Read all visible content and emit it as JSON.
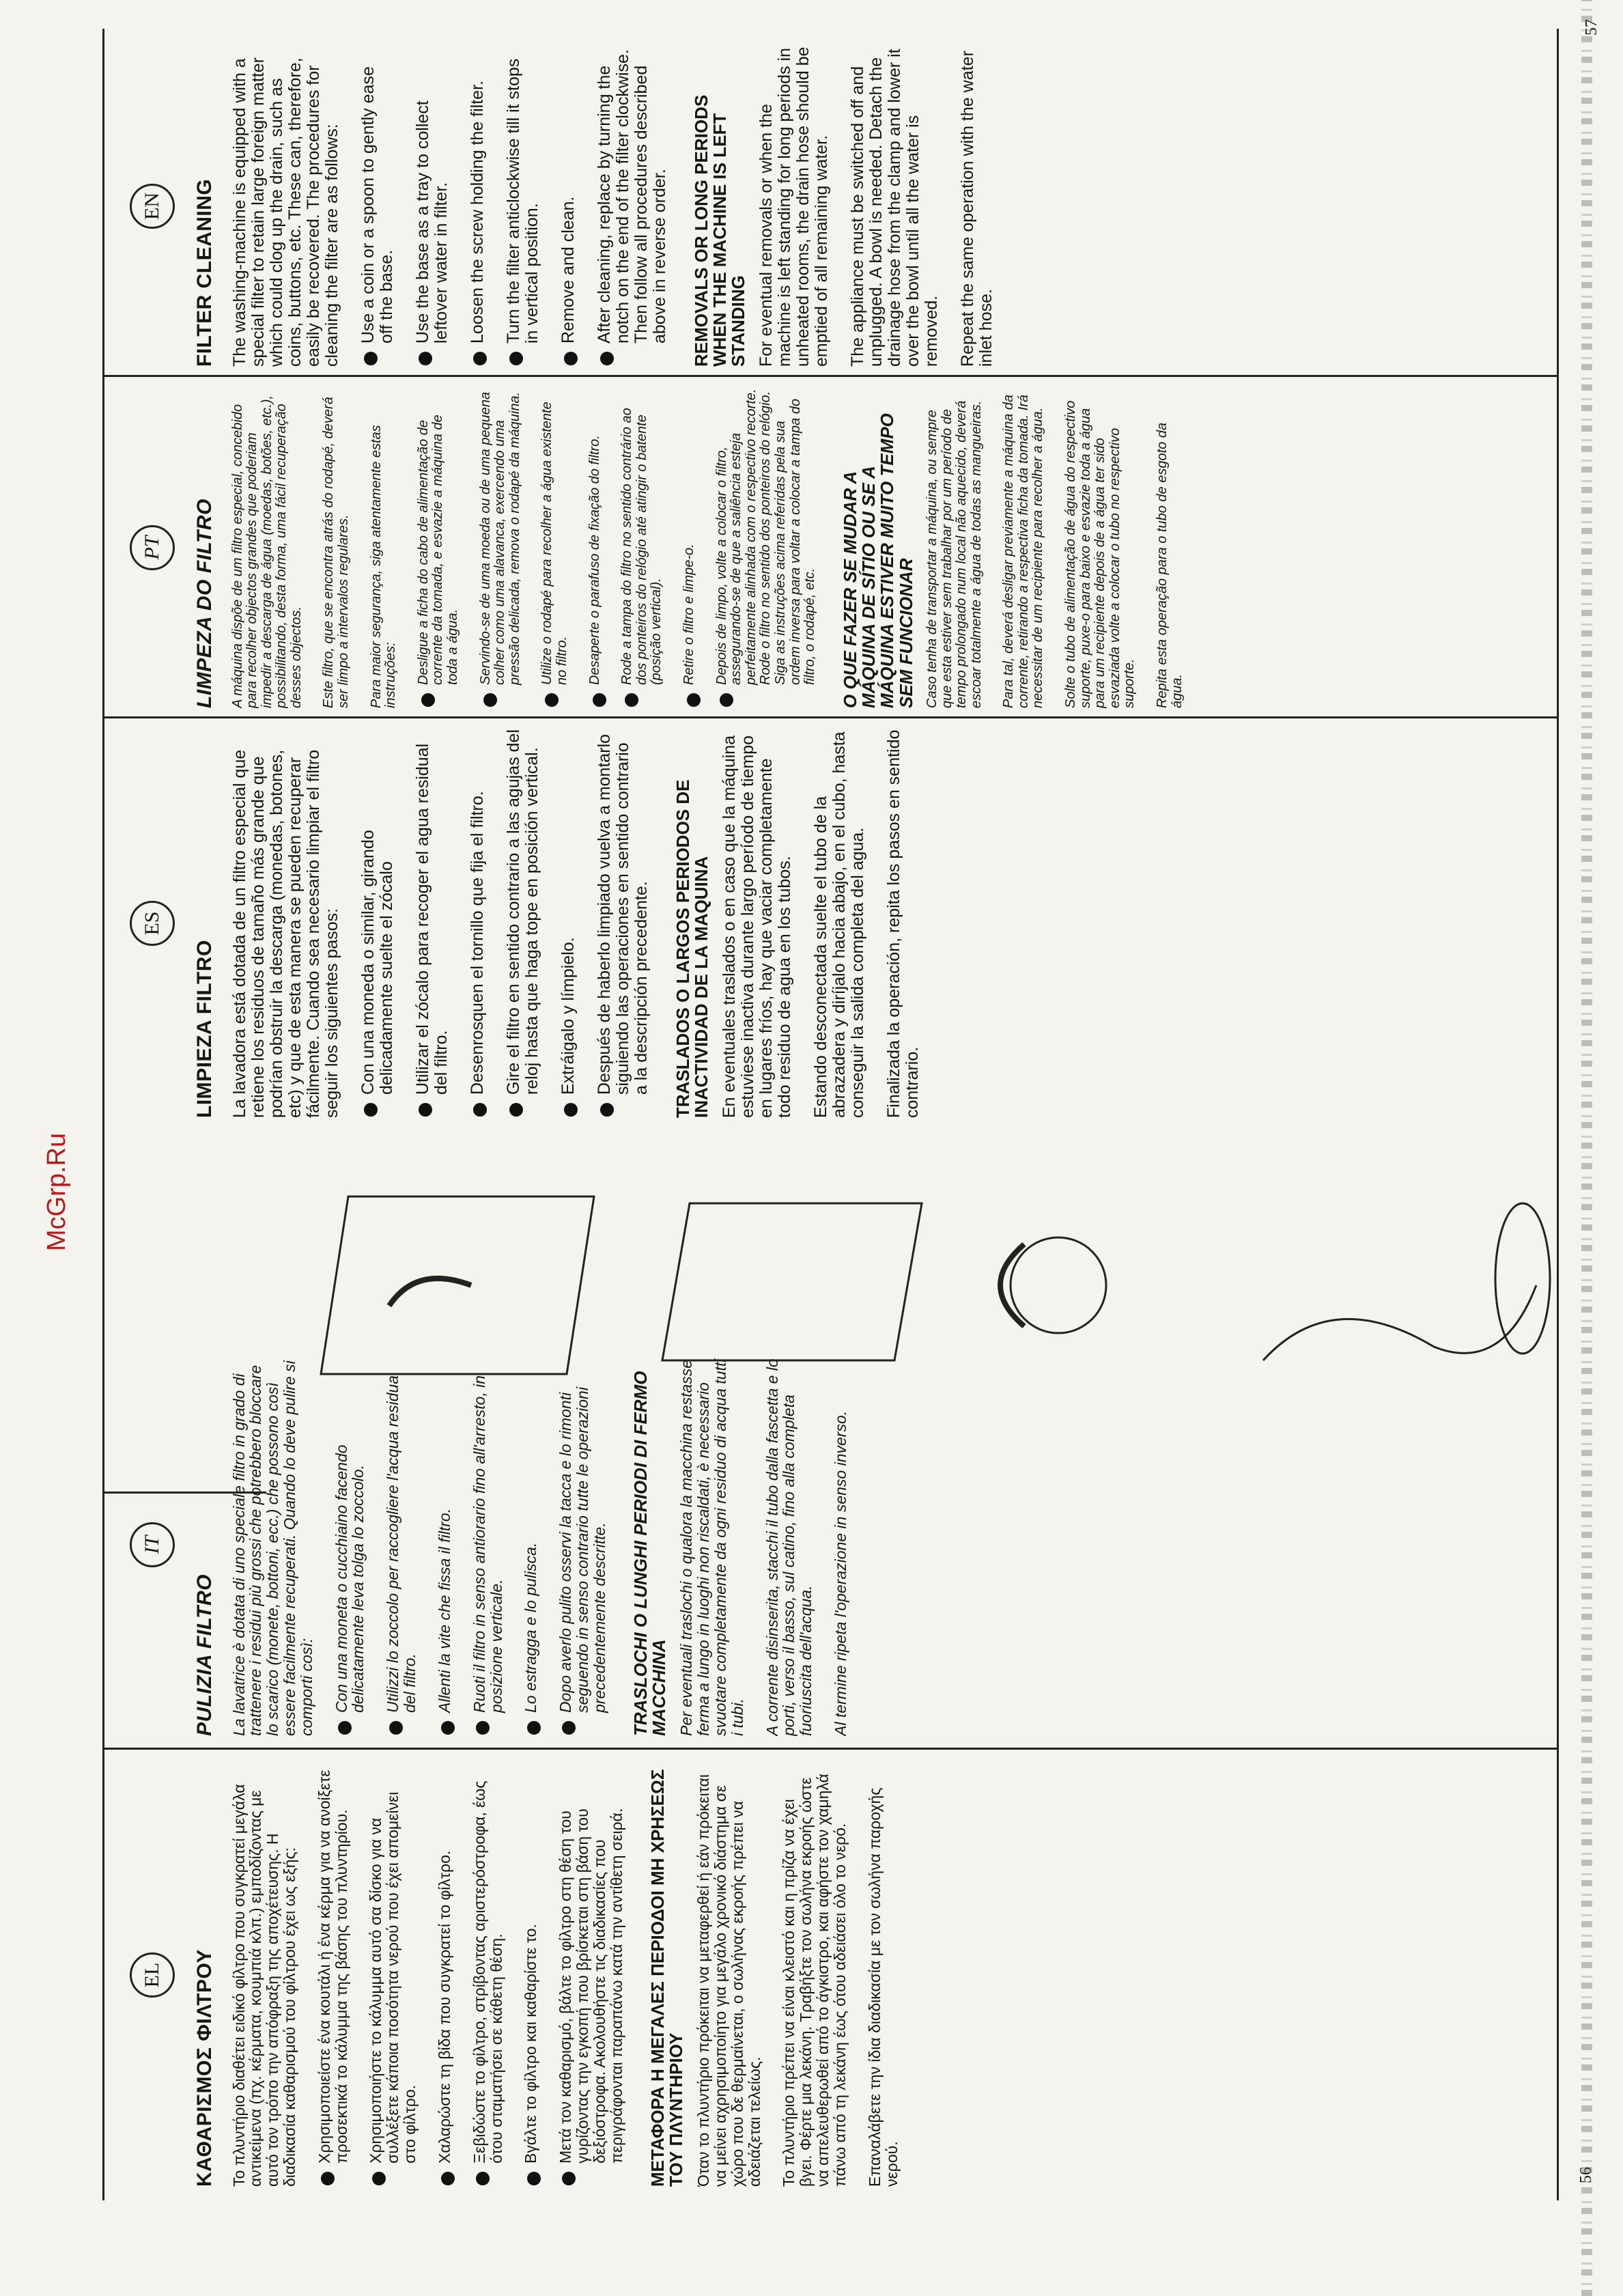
{
  "page_left": "56",
  "page_right": "57",
  "watermark": "McGrp.Ru",
  "el": {
    "lang": "EL",
    "title": "ΚΑΘΑΡΙΣΜΟΣ ΦΙΛΤΡΟΥ",
    "intro": "Το πλυντήριο διαθέτει ειδικό φίλτρο που συγκρατεί μεγάλα αντικείμενα (πχ. κέρματα, κουμπιά κλπ.) εμποδίζοντας με αυτό τον τρόπο την απόφραξη της αποχέτευσης. Η διαδικασία καθαρισμού του φίλτρου έχει ως εξής:",
    "steps": [
      "Χρησιμοποιείστε ένα κουτάλι ή ένα κέρμα για να ανοίξετε προσεκτικά το κάλυμμα της βάσης του πλυντηρίου.",
      "Χρησιμοποιήστε το κάλυμμα αυτό σα δίσκο για να συλλέξετε κάποια ποσότητα νερού που έχει απομείνει στο φίλτρο.",
      "Χαλαρώστε τη βίδα που συγκρατεί το φίλτρο.",
      "Ξεβιδώστε το φίλτρο, στρίβοντας αριστερόστροφα, έως ότου σταματήσει σε κάθετη θέση.",
      "Βγάλτε το φίλτρο και καθαρίστε το.",
      "Μετά τον καθαρισμό, βάλτε το φίλτρο στη θέση του γυρίζοντας την εγκοπή που βρίσκεται στη βάση του δεξιόστροφα. Ακολουθήστε τις διαδικασίες που περιγράφονται παραπάνω κατά την αντίθετη σειρά."
    ],
    "subtitle": "ΜΕΤΑΦΟΡΑ Η ΜΕΓΑΛΕΣ ΠΕΡΙΟΔΟΙ ΜΗ ΧΡΗΣΕΩΣ ΤΟΥ ΠΛΥΝΤΗΡΙΟΥ",
    "para1": "Όταν το πλυντήριο πρόκειται να μεταφερθεί ή εάν πρόκειται να μείνει αχρησιμοποίητο για μεγάλο χρονικό διάστημα σε χώρο που δε θερμαίνεται, ο σωλήνας εκροής πρέπει να αδειάζεται τελείως.",
    "para2": "Το πλυντήριο πρέπει να είναι κλειστό και η πρίζα να έχει βγει. Φέρτε μια λεκάνη. Τραβήξτε τον σωλήνα εκροής ώστε να απελευθερωθεί από το άγκιστρο, και αφήστε τον χαμηλά πάνω από τη λεκάνη έως ότου αδειάσει όλο το νερό.",
    "para3": "Επαναλάβετε την ίδια διαδικασία με τον σωλήνα παροχής νερού."
  },
  "it": {
    "lang": "IT",
    "title": "PULIZIA FILTRO",
    "intro": "La lavatrice è dotata di uno speciale filtro in grado di trattenere i residui più grossi che potrebbero bloccare lo scarico (monete, bottoni, ecc.) che possono così essere facilmente recuperati. Quando lo deve pulire si comporti così:",
    "steps": [
      "Con una moneta o cucchiaino facendo delicatamente leva tolga lo zoccolo.",
      "Utilizzi lo zoccolo per raccogliere l'acqua residua del filtro.",
      "Allenti la vite che fissa il filtro.",
      "Ruoti il filtro in senso antiorario fino all'arresto, in posizione verticale.",
      "Lo estragga e lo pulisca.",
      "Dopo averlo pulito osservi la tacca e lo rimonti seguendo in senso contrario tutte le operazioni precedentemente descritte."
    ],
    "subtitle": "TRASLOCHI O LUNGHI PERIODI DI FERMO MACCHINA",
    "para1": "Per eventuali traslochi o qualora la macchina restasse ferma a lungo in luoghi non riscaldati, è necessario svuotare completamente da ogni residuo di acqua tutti i tubi.",
    "para2": "A corrente disinserita, stacchi il tubo dalla fascetta e lo porti, verso il basso, sul catino, fino alla completa fuoriuscita dell'acqua.",
    "para3": "Al termine ripeta l'operazione in senso inverso."
  },
  "es": {
    "lang": "ES",
    "title": "LIMPIEZA FILTRO",
    "intro": "La lavadora está dotada de un filtro especial que retiene los residuos de tamaño más grande que podrían obstruir la descarga (monedas, botones, etc) y que de esta manera se pueden recuperar fácilmente. Cuando sea necesario limpiar el filtro seguir los siguientes pasos:",
    "steps": [
      "Con una moneda o similar, girando delicadamente suelte el zócalo",
      "Utilizar el zócalo para recoger el agua residual del filtro.",
      "Desenrosquen el tornillo que fija el filtro.",
      "Gire el filtro en sentido contrario a las agujas del reloj hasta que haga tope en posición vertical.",
      "Extráigalo y límpielo.",
      "Después de haberlo limpiado vuelva a montarlo siguiendo las operaciones en sentido contrario a la descripción precedente."
    ],
    "subtitle": "TRASLADOS O LARGOS PERIODOS DE INACTIVIDAD DE LA MAQUINA",
    "para1": "En eventuales traslados o en caso que la máquina estuviese inactiva durante largo período de tiempo en lugares fríos, hay que vaciar completamente todo residuo de agua en los tubos.",
    "para2": "Estando desconectada suelte el tubo de la abrazadera y diríjalo hacia abajo, en el cubo, hasta conseguir la salida completa del agua.",
    "para3": "Finalizada la operación, repita los pasos en sentido contrario."
  },
  "pt": {
    "lang": "PT",
    "title": "LIMPEZA DO FILTRO",
    "intro": "A máquina dispõe de um filtro especial, concebido para recolher objectos grandes que poderiam impedir a descarga de água (moedas, botões, etc.), possibilitando, desta forma, uma fácil recuperação desses objectos.",
    "intro2": "Este filtro, que se encontra atrás do rodapé, deverá ser limpo a intervalos regulares.",
    "intro3": "Para maior segurança, siga atentamente estas instruções:",
    "steps": [
      "Desligue a ficha do cabo de alimentação de corrente da tomada, e esvazie a máquina de toda a água.",
      "Servindo-se de uma moeda ou de uma pequena colher como uma alavanca, exercendo uma pressão delicada, remova o rodapé da máquina.",
      "Utilize o rodapé para recolher a água existente no filtro.",
      "Desaperte o parafuso de fixação do filtro.",
      "Rode a tampa do filtro no sentido contrário ao dos ponteiros do relógio até atingir o batente (posição vertical).",
      "Retire o filtro e limpe-o.",
      "Depois de limpo, volte a colocar o filtro, assegurando-se de que a saliência esteja perfeitamente alinhada com o respectivo recorte. Rode o filtro no sentido dos ponteiros do relógio. Siga as instruções acima referidas pela sua ordem inversa para voltar a colocar a tampa do filtro, o rodapé, etc."
    ],
    "subtitle": "O QUE FAZER SE MUDAR A MÁQUINA DE SÍTIO OU SE A MÁQUINA ESTIVER MUITO TEMPO SEM FUNCIONAR",
    "para1": "Caso tenha de transportar a máquina, ou sempre que esta estiver sem trabalhar por um período de tempo prolongado num local não aquecido, deverá escoar totalmente a água de todas as mangueiras.",
    "para2": "Para tal, deverá desligar previamente a máquina da corrente, retirando a respectiva ficha da tomada. Irá necessitar de um recipiente para recolher a água.",
    "para3": "Solte o tubo de alimentação de água do respectivo suporte, puxe-o para baixo e esvazie toda a água para um recipiente depois de a água ter sido esvaziada volte a colocar o tubo no respectivo suporte.",
    "para4": "Repita esta operação para o tubo de esgoto da água."
  },
  "en": {
    "lang": "EN",
    "title": "FILTER CLEANING",
    "intro": "The washing-machine is equipped with a special filter to retain large foreign matter which could clog up the drain, such as coins, buttons, etc. These can, therefore, easily be recovered. The procedures for cleaning the filter are as follows:",
    "steps": [
      "Use a coin or a spoon to gently ease off the base.",
      "Use the base as a tray to collect leftover water in filter.",
      "Loosen the screw holding the filter.",
      "Turn the filter anticlockwise till it stops in vertical position.",
      "Remove and clean.",
      "After cleaning, replace by turning the notch on the end of the filter clockwise. Then follow all procedures described above in reverse order."
    ],
    "subtitle": "REMOVALS OR LONG PERIODS WHEN THE MACHINE IS LEFT STANDING",
    "para1": "For eventual removals or when the machine is left standing for long periods in unheated rooms, the drain hose should be emptied of all remaining water.",
    "para2": "The appliance must be switched off and unplugged. A bowl is needed. Detach the drainage hose from the clamp and lower it over the bowl until all the water is removed.",
    "para3": "Repeat the same operation with the water inlet hose."
  }
}
